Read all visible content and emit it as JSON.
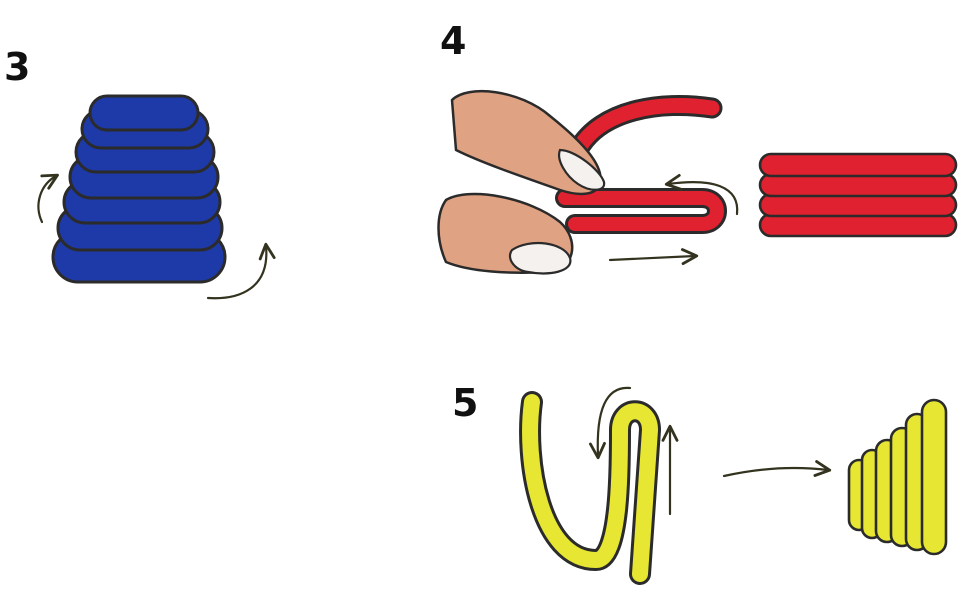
{
  "steps": [
    {
      "label": "3",
      "coil_color": "#1e3aa8"
    },
    {
      "label": "4",
      "coil_color": "#e0212f"
    },
    {
      "label": "5",
      "coil_color": "#e6e633"
    }
  ],
  "colors": {
    "outline": "#2b2b2b",
    "arrow": "#33331f",
    "skin": "#dfa283",
    "nail": "#f4f1ee",
    "background": "#ffffff"
  },
  "icons": [
    "rotate-arrow-icon",
    "direction-arrow-icon",
    "finger-icon",
    "thumb-icon"
  ]
}
